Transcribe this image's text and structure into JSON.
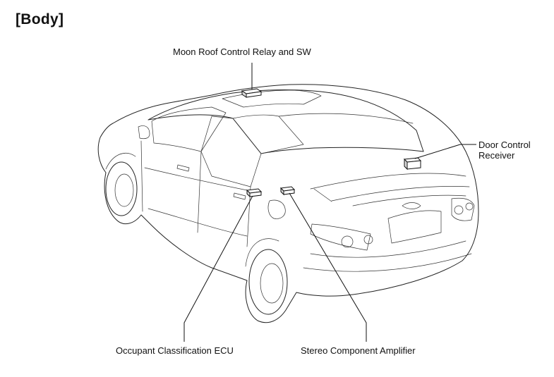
{
  "title": "[Body]",
  "labels": {
    "moon_roof": "Moon Roof Control Relay and SW",
    "door_control_line1": "Door Control",
    "door_control_line2": "Receiver",
    "occupant": "Occupant Classification ECU",
    "stereo": "Stereo Component Amplifier"
  }
}
